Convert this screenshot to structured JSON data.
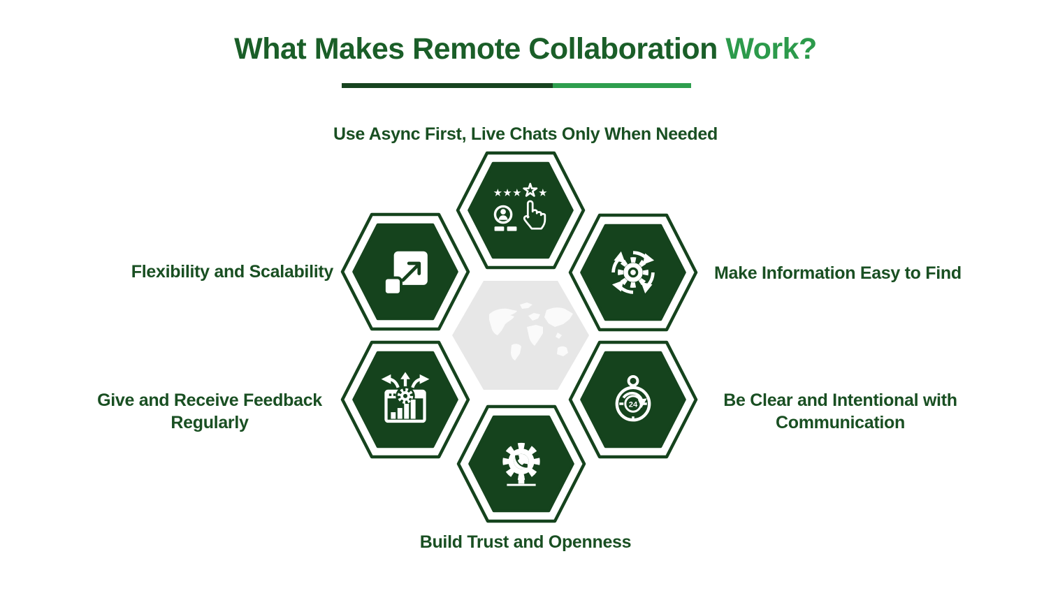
{
  "title": {
    "main": "What Makes Remote Collaboration",
    "accent": "Work?"
  },
  "colors": {
    "hexagon_fill": "#15431D",
    "title_dark": "#1A5E28",
    "title_accent": "#2C9A4B",
    "divider_dark": "#17441F",
    "divider_light": "#2E9E4E",
    "label_text": "#194F22",
    "center_hexagon": "#E7E7E7",
    "icon_color": "#FFFFFF"
  },
  "center": {
    "icon": "world-map-icon"
  },
  "stopwatch": {
    "value": "24"
  },
  "items": [
    {
      "id": "async",
      "label": "Use Async First, Live Chats Only When Needed",
      "icon": "rating-hand-click-icon",
      "position": "top"
    },
    {
      "id": "flexibility",
      "label": "Flexibility and Scalability",
      "icon": "scale-resize-icon",
      "position": "upper-left"
    },
    {
      "id": "info",
      "label": "Make Information Easy to Find",
      "icon": "sync-gear-arrows-icon",
      "position": "upper-right"
    },
    {
      "id": "feedback",
      "label": "Give and Receive Feedback Regularly",
      "icon": "chart-gear-arrows-icon",
      "position": "lower-left"
    },
    {
      "id": "clear",
      "label": "Be Clear and Intentional with Communication",
      "icon": "stopwatch-24-icon",
      "position": "lower-right"
    },
    {
      "id": "trust",
      "label": "Build Trust and Openness",
      "icon": "gear-phone-icon",
      "position": "bottom"
    }
  ]
}
